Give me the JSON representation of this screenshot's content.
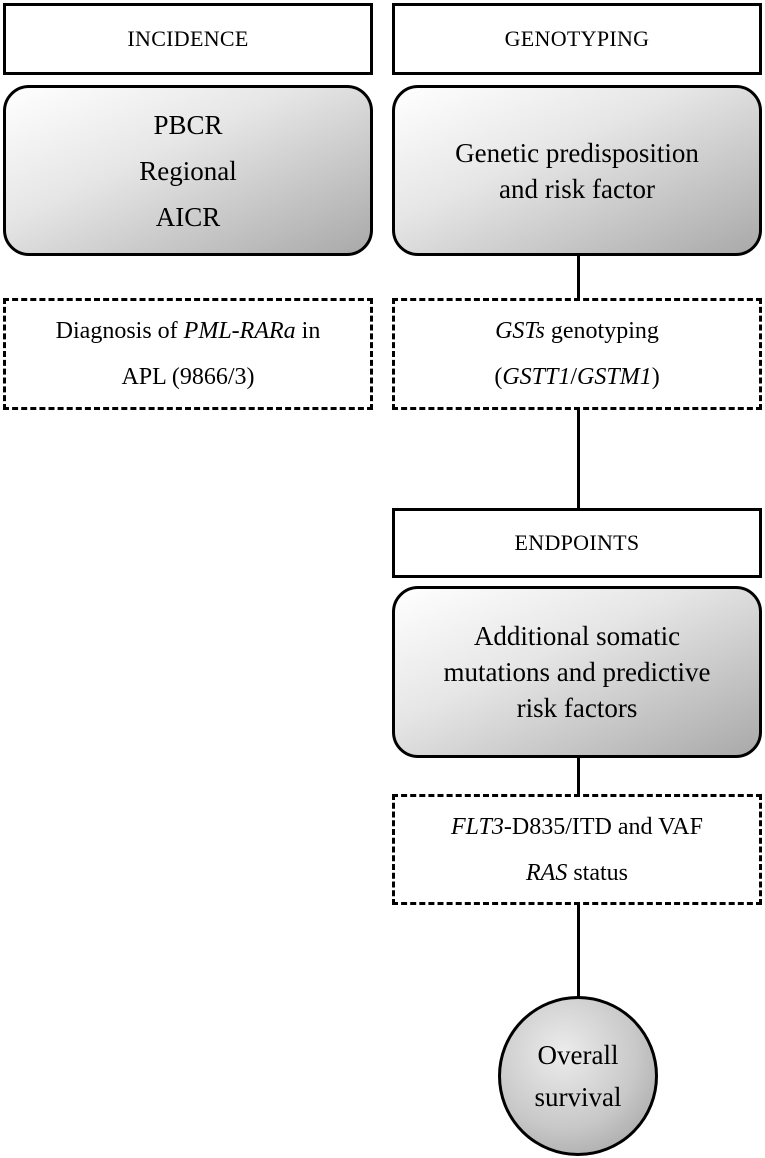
{
  "left": {
    "header": "INCIDENCE",
    "registry_lines": [
      "PBCR",
      "Regional",
      "AICR"
    ],
    "diagnosis": {
      "line1_pre": "Diagnosis of ",
      "line1_gene": "PML-RARa",
      "line1_post": " in",
      "line2": "APL (9866/3)"
    }
  },
  "right": {
    "header": "GENOTYPING",
    "predisposition_lines": [
      "Genetic predisposition",
      "and risk factor"
    ],
    "gst": {
      "line1_gene": "GSTs",
      "line1_post": " genotyping",
      "line2_open": "(",
      "line2_gene1": "GSTT1",
      "line2_sep": "/",
      "line2_gene2": "GSTM1",
      "line2_close": ")"
    },
    "endpoints_header": "ENDPOINTS",
    "somatic_lines": [
      "Additional somatic",
      "mutations and predictive",
      "risk factors"
    ],
    "mutations": {
      "line1_gene": "FLT3",
      "line1_post": "-D835/ITD and VAF",
      "line2_gene": "RAS",
      "line2_post": " status"
    },
    "outcome_lines": [
      "Overall",
      "survival"
    ]
  }
}
